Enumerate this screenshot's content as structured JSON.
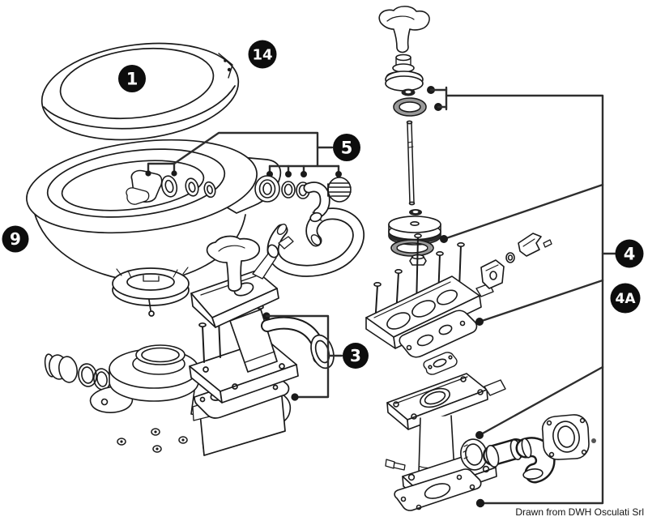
{
  "diagram": {
    "credit": "Drawn from DWH Osculati Srl",
    "callouts": {
      "c1": "1",
      "c14": "14",
      "c5": "5",
      "c9": "9",
      "c3": "3",
      "c4": "4",
      "c4a": "4A"
    },
    "colors": {
      "background": "#ffffff",
      "line_art": "#1a1a1a",
      "leader_line": "#2e2e2e",
      "badge_background": "#0d0d0d",
      "badge_text": "#ffffff"
    }
  }
}
